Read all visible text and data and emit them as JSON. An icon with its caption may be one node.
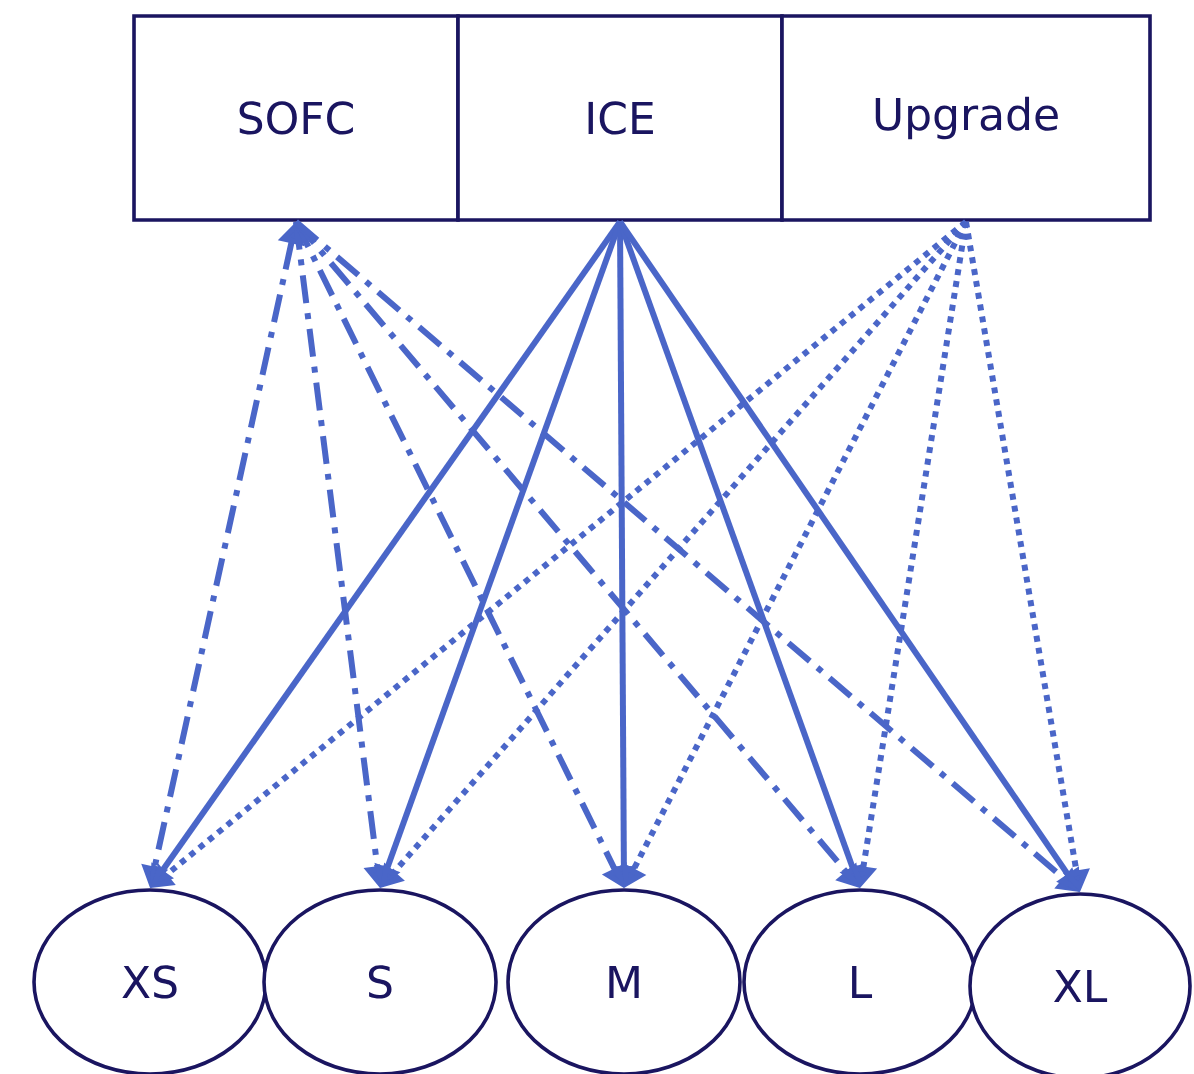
{
  "diagram": {
    "nodes": [
      {
        "text": [
          "SOFC"
        ]
      },
      {
        "text": [
          "ICE"
        ]
      },
      {
        "text": [
          "Upgrade"
        ]
      },
      {
        "text": [
          "XS"
        ]
      },
      {
        "text": [
          "S"
        ]
      },
      {
        "text": [
          "M"
        ]
      },
      {
        "text": [
          "L"
        ]
      },
      {
        "text": [
          "XL"
        ]
      }
    ],
    "edges": [
      {
        "from": 0,
        "to": 3,
        "arrow": "both",
        "style": "dashed"
      },
      {
        "from": 0,
        "to": 4,
        "arrow": "to",
        "style": "dashed"
      },
      {
        "from": 0,
        "to": 5,
        "arrow": "to",
        "style": "dashed"
      },
      {
        "from": 0,
        "to": 6,
        "arrow": "to",
        "style": "dashed"
      },
      {
        "from": 0,
        "to": 7,
        "arrow": "to",
        "style": "dashed"
      },
      {
        "from": 1,
        "to": 3,
        "arrow": "to"
      },
      {
        "from": 1,
        "to": 4,
        "arrow": "to"
      },
      {
        "from": 1,
        "to": 5,
        "arrow": "to"
      },
      {
        "from": 1,
        "to": 6,
        "arrow": "to"
      },
      {
        "from": 1,
        "to": 7,
        "arrow": "to"
      },
      {
        "from": 2,
        "to": 3,
        "arrow": "to",
        "style": "dashed"
      },
      {
        "from": 2,
        "to": 4,
        "arrow": "to",
        "style": "dashed"
      },
      {
        "from": 2,
        "to": 5,
        "arrow": "to",
        "style": "dashed"
      },
      {
        "from": 2,
        "to": 6,
        "arrow": "to",
        "style": "dashed"
      },
      {
        "from": 2,
        "to": 7,
        "arrow": "to",
        "style": "dashed"
      }
    ]
  }
}
